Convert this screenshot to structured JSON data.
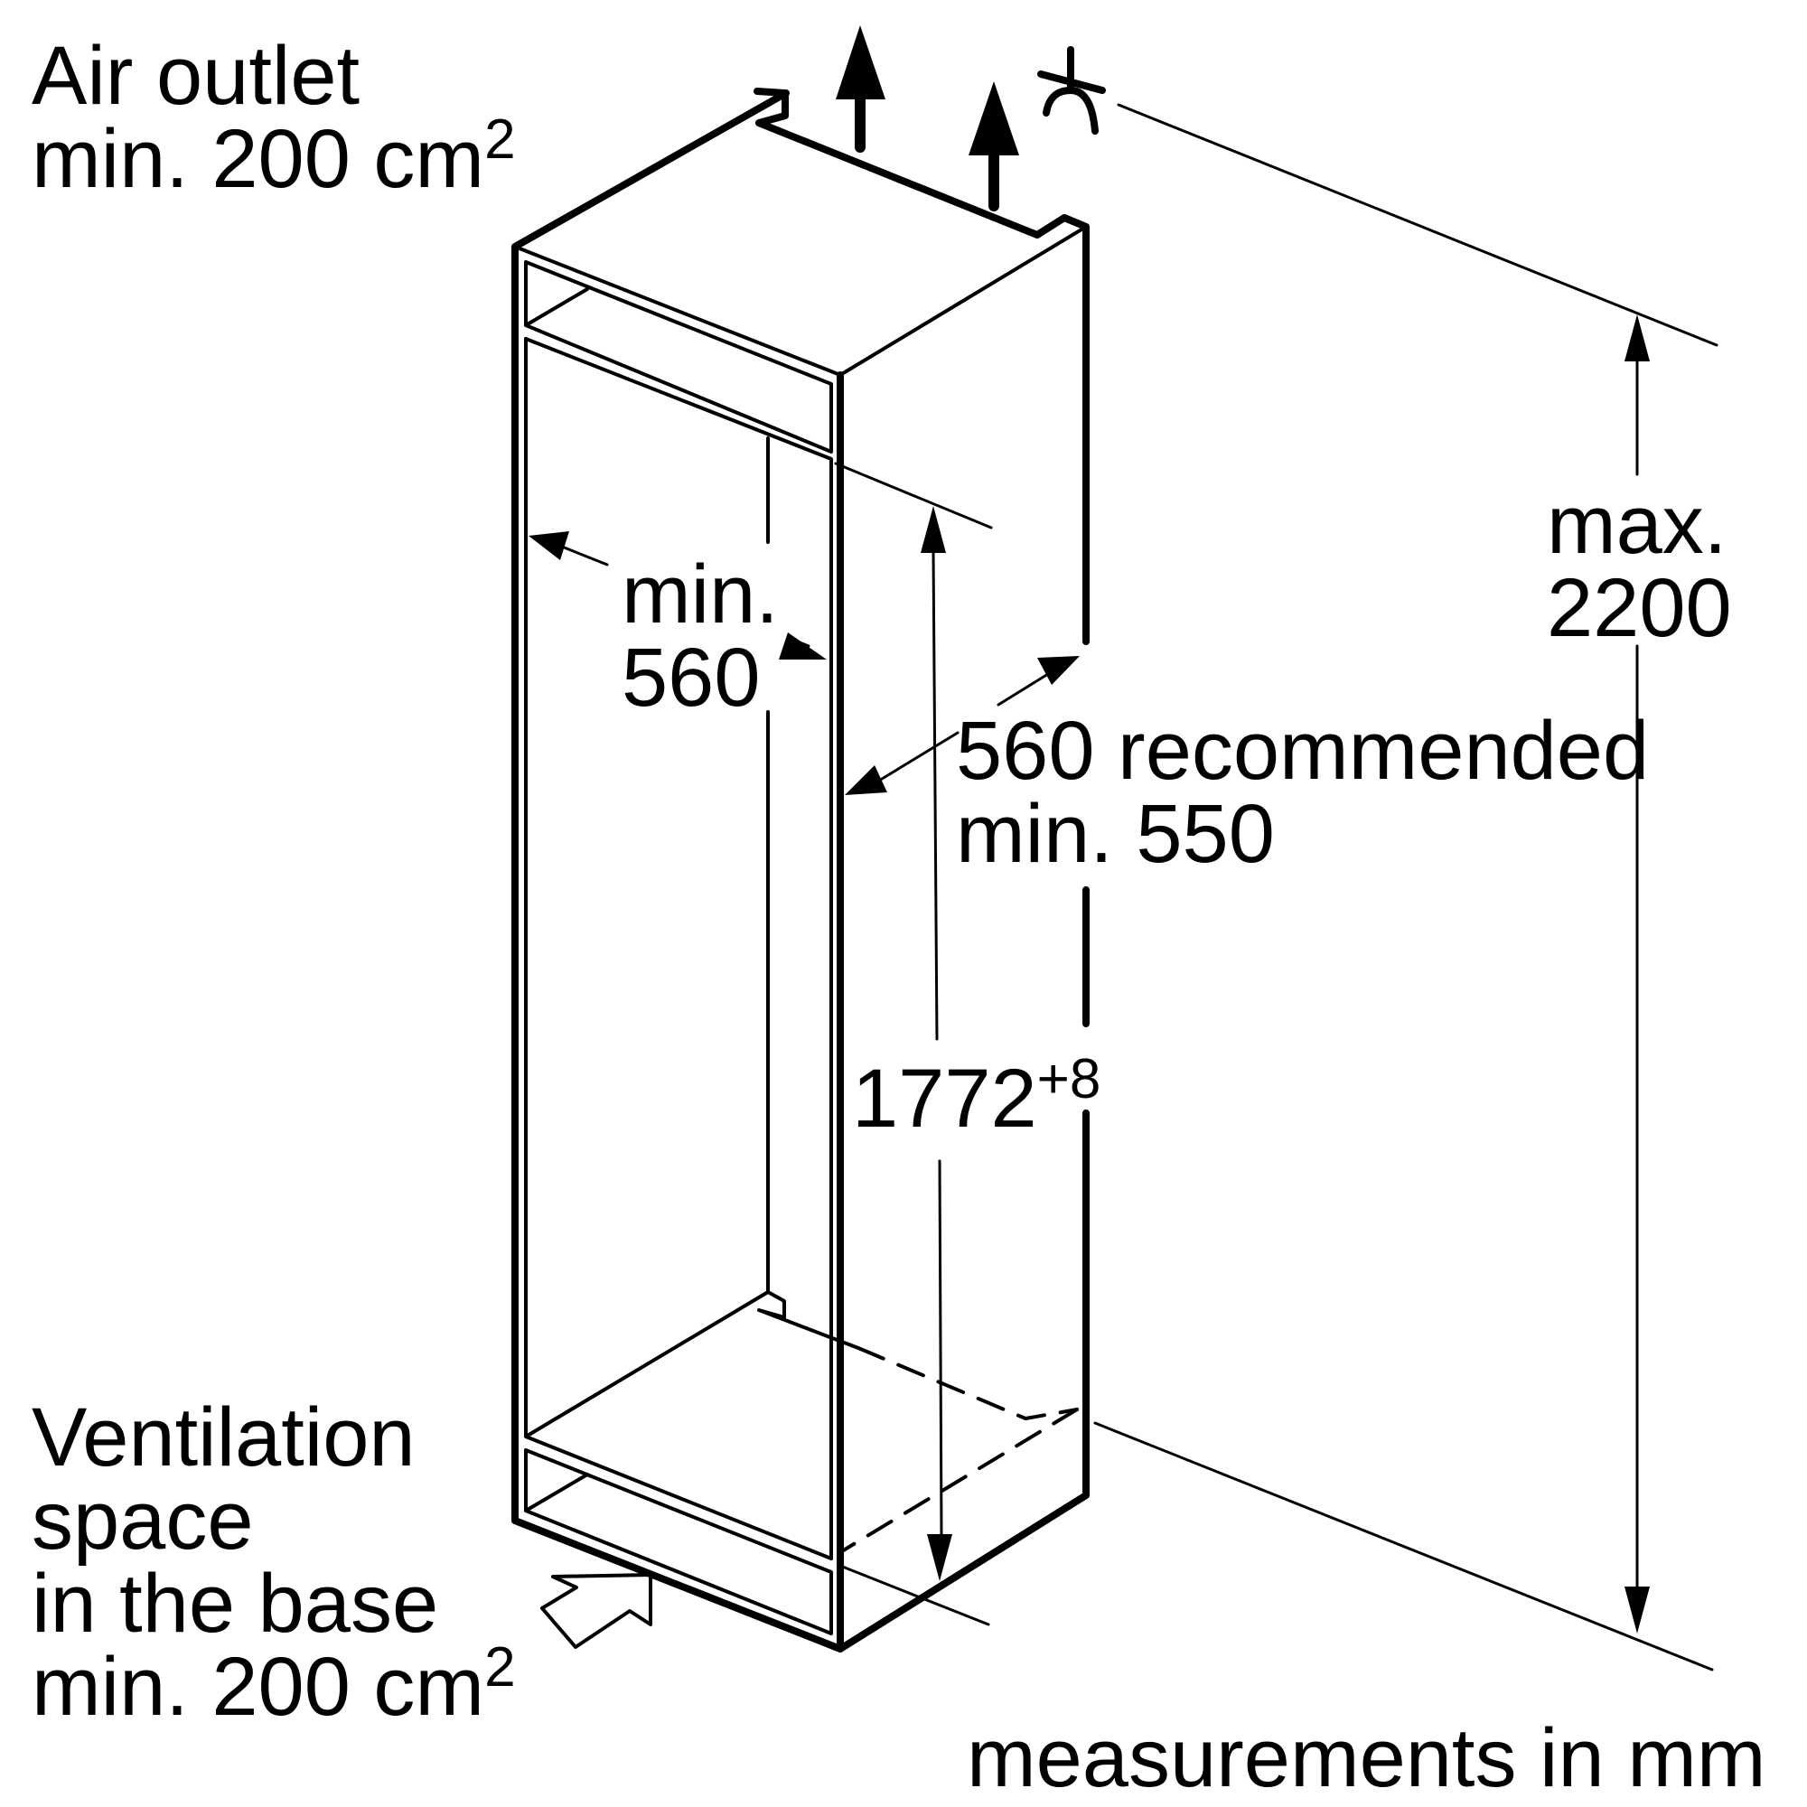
{
  "labels": {
    "air_outlet_line1": "Air outlet",
    "air_outlet_line2": "min. 200 cm",
    "air_outlet_sup": "2",
    "min_width_line1": "min.",
    "min_width_line2": "560",
    "depth_line1": "560 recommended",
    "depth_line2": "min. 550",
    "niche_height": "1772",
    "niche_height_sup": "+8",
    "max_height_line1": "max.",
    "max_height_line2": "2200",
    "ventilation_line1": "Ventilation",
    "ventilation_line2": "space",
    "ventilation_line3": "in the base",
    "ventilation_line4": "min. 200 cm",
    "ventilation_sup": "2",
    "units_note": "measurements in mm"
  },
  "icons": {
    "airflow_arrows": "arrow-up-icon",
    "intake_arrow": "arrow-intake-icon",
    "ceiling_symbol": "ceiling-break-icon"
  },
  "colors": {
    "stroke": "#000000",
    "background": "#ffffff"
  }
}
